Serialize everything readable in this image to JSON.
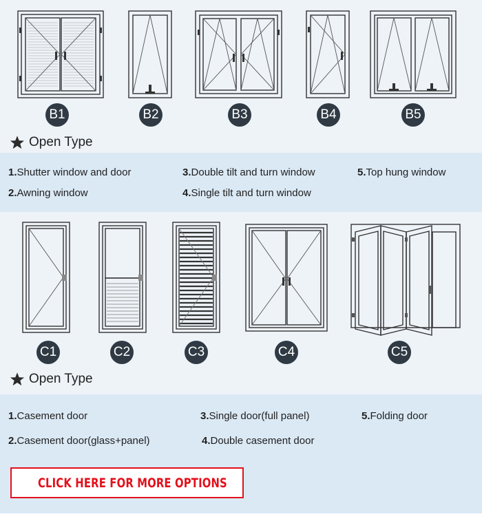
{
  "windows": {
    "badges": [
      "B1",
      "B2",
      "B3",
      "B4",
      "B5"
    ],
    "heading": "Open Type",
    "items": [
      {
        "num": "1.",
        "text": "Shutter window and door"
      },
      {
        "num": "3.",
        "text": "Double tilt and turn window"
      },
      {
        "num": "5.",
        "text": "Top hung window"
      },
      {
        "num": "2.",
        "text": "Awning window"
      },
      {
        "num": "4.",
        "text": "Single tilt and turn window"
      }
    ]
  },
  "doors": {
    "badges": [
      "C1",
      "C2",
      "C3",
      "C4",
      "C5"
    ],
    "heading": "Open Type",
    "items": [
      {
        "num": "1.",
        "text": "Casement door"
      },
      {
        "num": "3.",
        "text": "Single door(full panel)"
      },
      {
        "num": "5.",
        "text": "Folding door"
      },
      {
        "num": "2.",
        "text": "Casement door(glass+panel)"
      },
      {
        "num": "4.",
        "text": "Double casement door"
      }
    ]
  },
  "cta": {
    "label": "CLICK HERE FOR MORE OPTIONS"
  },
  "colors": {
    "accent": "#e3101b",
    "badge": "#2f3a44",
    "band_light": "#eef3f8",
    "band_blue": "#dbe9f5"
  },
  "icons": {
    "heading": "star-icon",
    "cta": "double-chevron-right-icon"
  }
}
